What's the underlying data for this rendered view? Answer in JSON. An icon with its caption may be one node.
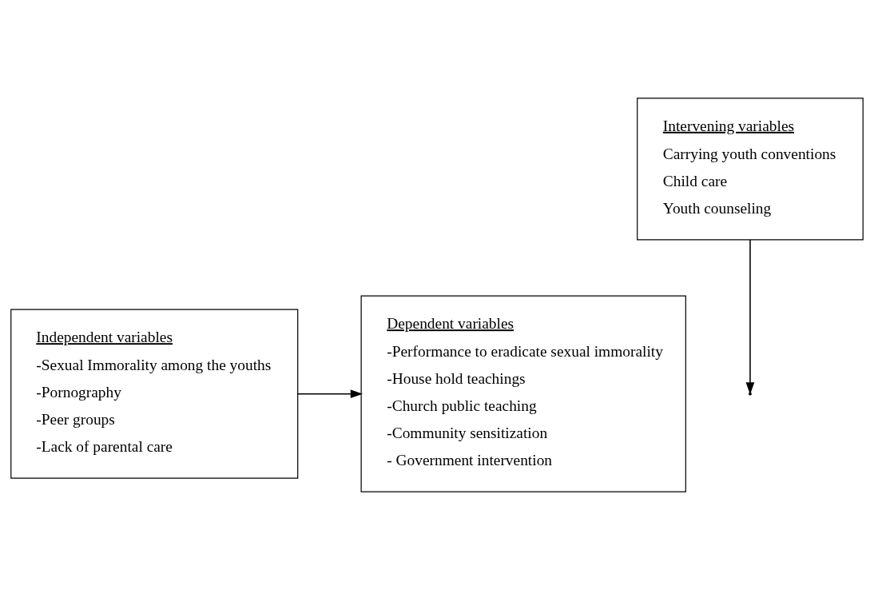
{
  "diagram": {
    "nodes": [
      {
        "text": [
          "Independent variables",
          "-Sexual Immorality among the youths",
          "-Pornography",
          "-Peer groups",
          "-Lack of parental care"
        ]
      },
      {
        "text": [
          "Dependent variables",
          "-Performance to eradicate sexual immorality",
          "-House hold teachings",
          "-Church public teaching",
          "-Community sensitization",
          "- Government intervention"
        ]
      },
      {
        "text": [
          "Intervening variables",
          "Carrying youth conventions",
          "Child care",
          "Youth counseling"
        ]
      }
    ],
    "edges": [
      {
        "from": 0,
        "to": 1,
        "arrow": "to"
      },
      {
        "from": 2,
        "to": null,
        "arrow": "to"
      }
    ]
  }
}
